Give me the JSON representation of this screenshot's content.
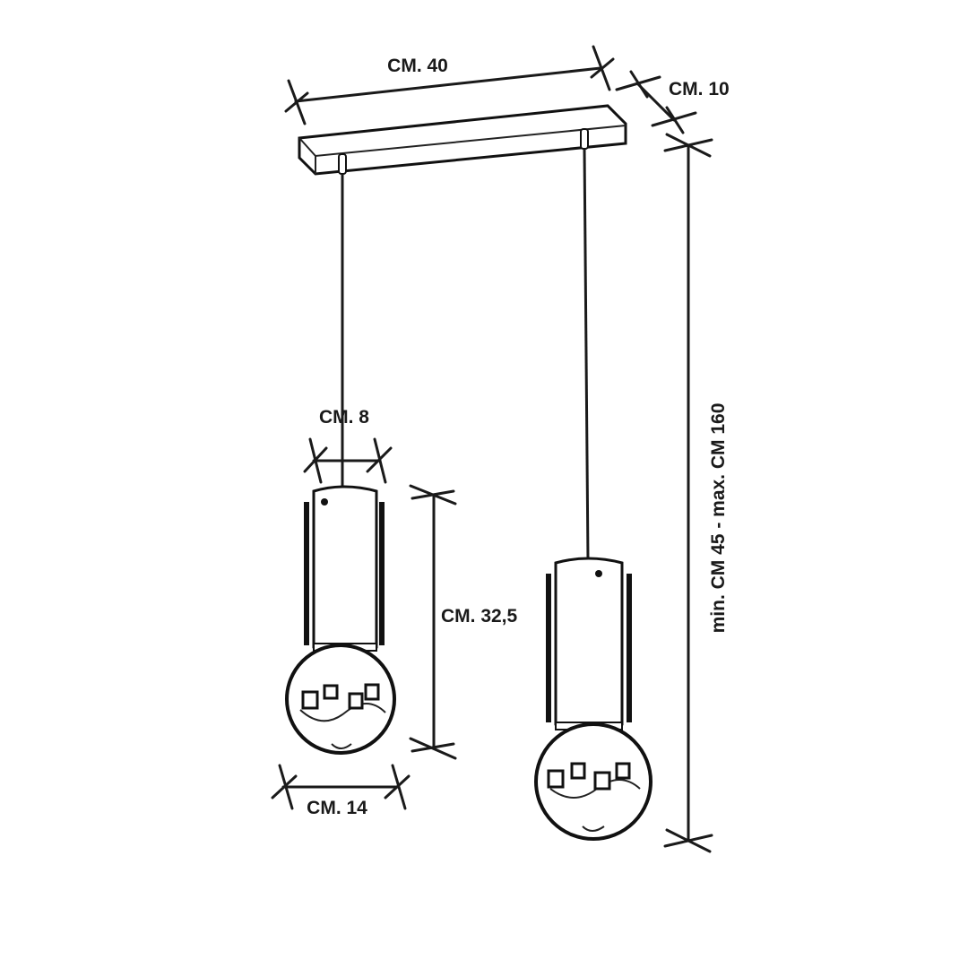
{
  "labels": {
    "width_canopy": "CM. 40",
    "depth_canopy": "CM. 10",
    "shade_width": "CM. 8",
    "shade_height": "CM. 32,5",
    "bulb_width": "CM. 14",
    "total_height": "min. CM 45 - max. CM 160"
  },
  "colors": {
    "ink": "#1a1a1a",
    "background": "#ffffff"
  }
}
